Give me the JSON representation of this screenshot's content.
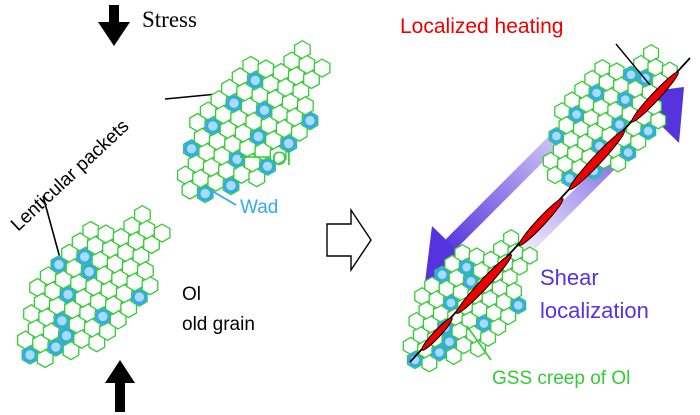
{
  "labels": {
    "stress": "Stress",
    "lenticular_packets": "Lenticular packets",
    "ol": "Ol",
    "wad": "Wad",
    "ol_old_grain_line1": "Ol",
    "ol_old_grain_line2": "old grain",
    "localized_heating": "Localized heating",
    "shear_line1": "Shear",
    "shear_line2": "localization",
    "gss_creep": "GSS creep of Ol"
  },
  "colors": {
    "olivine_green": "#33cc33",
    "wadsleyite_blue": "#33aaee",
    "wadsleyite_fill": "#a8ddf5",
    "heating_red": "#ee0000",
    "shear_purple": "#5533dd",
    "shear_purple_light": "#b9a9f0",
    "text_black": "#000000"
  },
  "icons": {
    "stress_arrow_down": "down-arrow-icon",
    "stress_arrow_up": "up-arrow-icon",
    "transition_arrow": "hollow-right-arrow-icon"
  }
}
